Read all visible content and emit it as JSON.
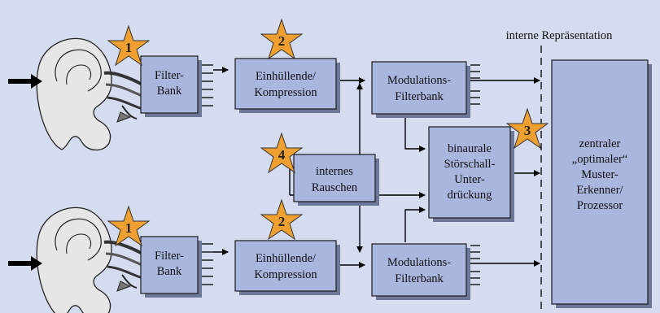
{
  "header": {
    "internal_repr": "interne Repräsentation"
  },
  "boxes": {
    "filter_top": [
      "Filter-",
      "Bank"
    ],
    "filter_bottom": [
      "Filter-",
      "Bank"
    ],
    "envelope_top": [
      "Einhüllende/",
      "Kompression"
    ],
    "envelope_bottom": [
      "Einhüllende/",
      "Kompression"
    ],
    "modfilter_top": [
      "Modulations-",
      "Filterbank"
    ],
    "modfilter_bottom": [
      "Modulations-",
      "Filterbank"
    ],
    "noise": [
      "internes",
      "Rauschen"
    ],
    "binaural": [
      "binaurale",
      "Störschall-",
      "Unter-",
      "drückung"
    ],
    "central": [
      "zentraler",
      "„optimaler“",
      "Muster-",
      "Erkenner/",
      "Prozessor"
    ]
  },
  "stars": {
    "s1": "1",
    "s2": "2",
    "s3": "3",
    "s4": "4"
  },
  "colors": {
    "background": "#d6dcf0",
    "box_fill": "#a9b6de",
    "box_shadow": "#6d7797",
    "star_fill": "#f0a030",
    "ear_fill": "#e6e6e6"
  },
  "icons": {
    "ear": "ear-icon",
    "input_arrow": "arrow-right-icon",
    "star": "star-icon"
  }
}
